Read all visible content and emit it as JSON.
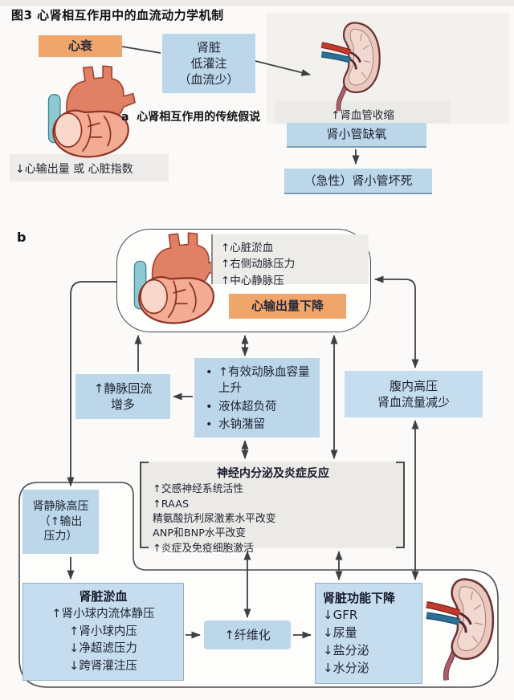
{
  "title": "图3 心肾相互作用中的血流动力学机制",
  "colors": {
    "orange": "#f0a56b",
    "blue": "#bcd6ea",
    "gray_panel": "#ebeae7",
    "arrow": "#3f3f3f"
  },
  "section_a": {
    "label_prefix": "a",
    "label_text": "心肾相互作用的传统假说",
    "heart_failure": "心衰",
    "renal_hypoperfusion": {
      "lines": [
        "肾脏",
        "低灌注",
        "（血流少）"
      ]
    },
    "cardiac_output_note": "↓心输出量 或 心脏指数",
    "renal_vasoconstriction": "↑肾血管收缩",
    "tubule_hypoxia": "肾小管缺氧",
    "tubule_necrosis": "（急性）肾小管坏死"
  },
  "section_b": {
    "label": "b",
    "heart_status": {
      "lines": [
        "↑心脏淤血",
        "↑右侧动脉压力",
        "↑中心静脉压"
      ]
    },
    "cardiac_output_drop": "心输出量下降",
    "venous_return": {
      "lines": [
        "↑静脉回流",
        "增多"
      ]
    },
    "volume_overload": {
      "bullets": [
        "↑有效动脉血容量上升",
        "液体超负荷",
        "水钠潴留"
      ]
    },
    "abdominal": {
      "lines": [
        "腹内高压",
        "肾血流量减少"
      ]
    },
    "neuro": {
      "title": "神经内分泌及炎症反应",
      "lines": [
        "↑交感神经系统活性",
        "↑RAAS",
        "精氨酸抗利尿激素水平改变",
        "ANP和BNP水平改变",
        "↑炎症及免疫细胞激活"
      ]
    },
    "renal_vein": {
      "lines": [
        "肾静脉高压",
        "（↑输出",
        "压力）"
      ]
    },
    "congestion": {
      "title": "肾脏淤血",
      "lines": [
        "↑肾小球内流体静压",
        "↑肾小球内压",
        "↓净超滤压力",
        "↓跨肾灌注压"
      ]
    },
    "fibrosis": "↑纤维化",
    "function": {
      "title": "肾脏功能下降",
      "lines": [
        "↓GFR",
        "↓尿量",
        "↓盐分泌",
        "↓水分泌"
      ]
    }
  }
}
